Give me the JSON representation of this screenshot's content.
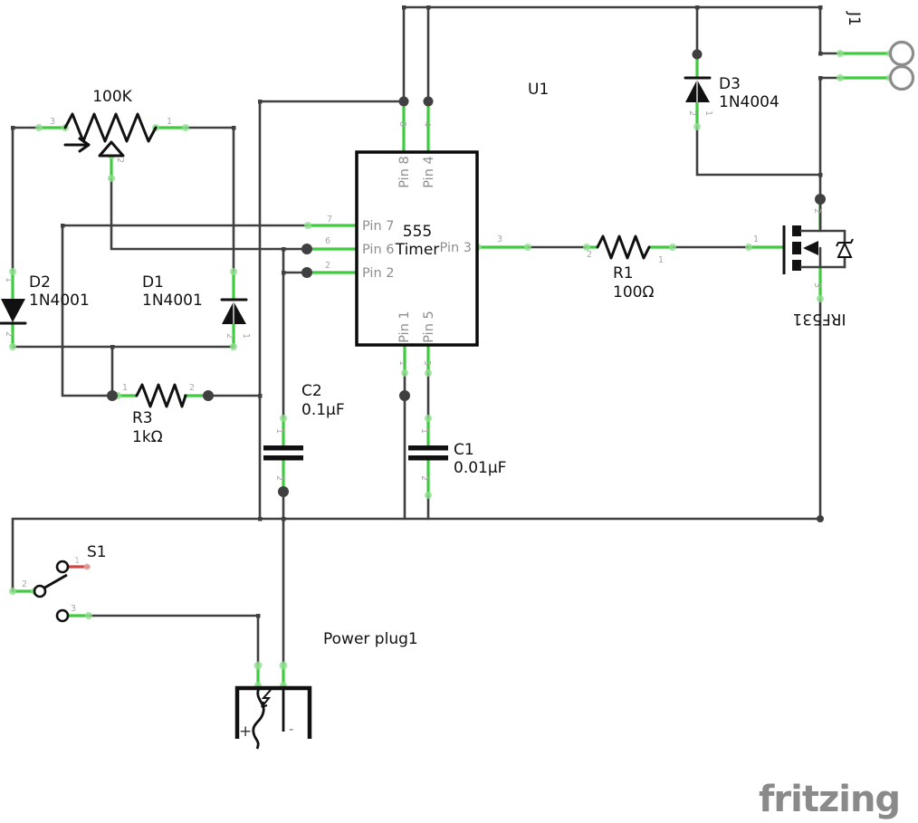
{
  "labels": {
    "pot_value": "100K",
    "d2_ref": "D2",
    "d2_value": "1N4001",
    "d1_ref": "D1",
    "d1_value": "1N4001",
    "d3_ref": "D3",
    "d3_value": "1N4004",
    "r3_ref": "R3",
    "r3_value": "1kΩ",
    "r1_ref": "R1",
    "r1_value": "100Ω",
    "c2_ref": "C2",
    "c2_value": "0.1µF",
    "c1_ref": "C1",
    "c1_value": "0.01µF",
    "u1_ref": "U1",
    "u1_line1": "555",
    "u1_line2": "Timer",
    "u1_pin8": "Pin 8",
    "u1_pin4": "Pin 4",
    "u1_pin7": "Pin 7",
    "u1_pin6": "Pin 6",
    "u1_pin2": "Pin 2",
    "u1_pin3": "Pin 3",
    "u1_pin1": "Pin 1",
    "u1_pin5": "Pin 5",
    "q1_ref": "IRF531",
    "j1_ref": "J1",
    "s1_ref": "S1",
    "plug_ref": "Power plug1",
    "plug_plus": "+",
    "plug_minus": "-",
    "watermark": "fritzing"
  },
  "pins": {
    "pot3": "3",
    "pot1": "1",
    "pot2": "2",
    "d2_1": "1",
    "d2_2": "2",
    "d1_2": "2",
    "d1_1": "1",
    "d3_2": "2",
    "d3_1": "1",
    "r3_1": "1",
    "r3_2": "2",
    "r1_2": "2",
    "r1_1": "1",
    "c2_1": "1",
    "c2_2": "2",
    "c1_1": "1",
    "c1_2": "2",
    "u8": "8",
    "u4": "4",
    "u7": "7",
    "u6": "6",
    "u2": "2",
    "u3": "3",
    "u1p": "1",
    "u5": "5",
    "q2": "2",
    "qg": "1",
    "q3": "3",
    "s1_1": "1",
    "s1_2": "2",
    "s1_3": "3"
  },
  "colors": {
    "wire": "#404040",
    "lead_green": "#3ecb3e",
    "unrouted_red": "#cf4646",
    "label_gray": "#8e8e8e",
    "watermark_gray": "#8a8a8a"
  }
}
